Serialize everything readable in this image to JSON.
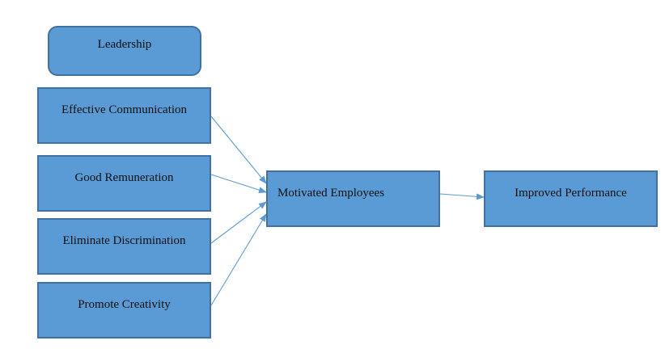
{
  "colors": {
    "box_fill": "#5b9bd5",
    "box_border": "#41719c",
    "arrow": "#5b9bd5",
    "text": "#111111"
  },
  "nodes": {
    "leadership": "Leadership",
    "effective_communication": "Effective Communication",
    "good_remuneration": "Good Remuneration",
    "eliminate_discrimination": "Eliminate Discrimination",
    "promote_creativity": "Promote Creativity",
    "motivated_employees": "Motivated Employees",
    "improved_performance": "Improved Performance"
  },
  "edges": [
    {
      "from": "effective_communication",
      "to": "motivated_employees"
    },
    {
      "from": "good_remuneration",
      "to": "motivated_employees"
    },
    {
      "from": "eliminate_discrimination",
      "to": "motivated_employees"
    },
    {
      "from": "promote_creativity",
      "to": "motivated_employees"
    },
    {
      "from": "motivated_employees",
      "to": "improved_performance"
    }
  ]
}
